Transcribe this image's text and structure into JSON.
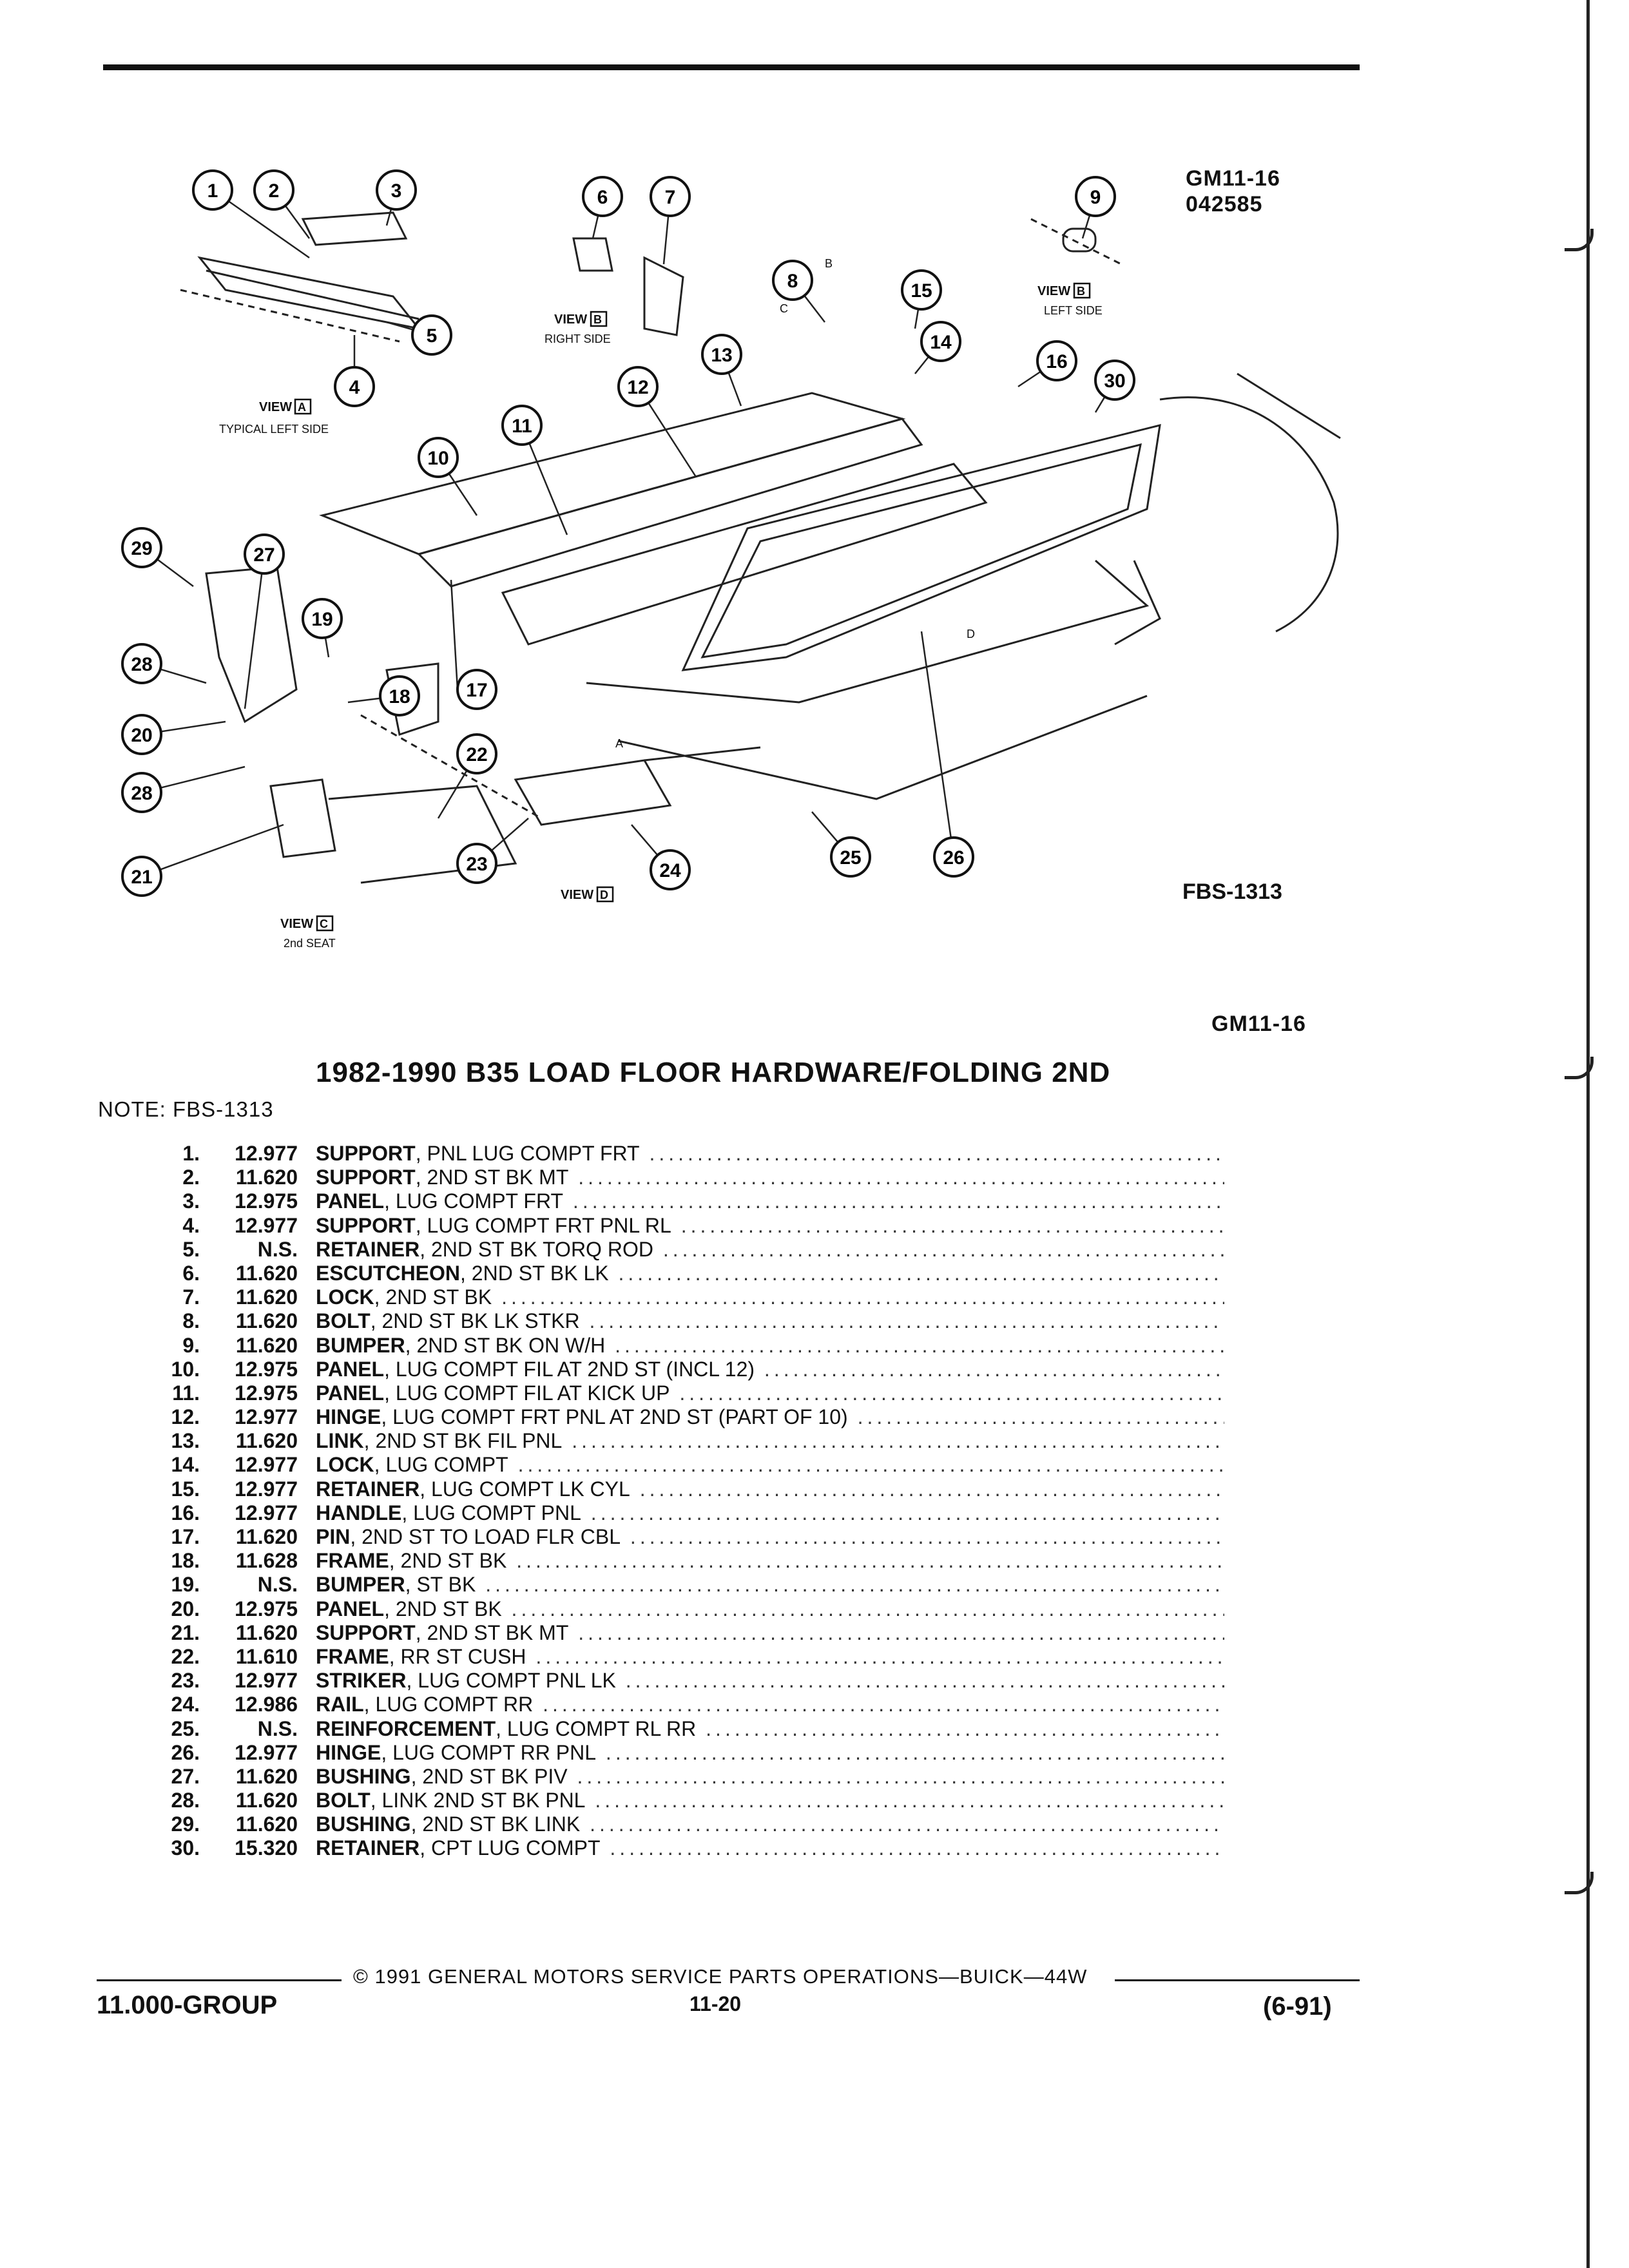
{
  "header": {
    "ref": "GM11-16",
    "code": "042585"
  },
  "diagram": {
    "fbs_label": "FBS-1313",
    "callouts": [
      "1",
      "2",
      "3",
      "4",
      "5",
      "6",
      "7",
      "8",
      "9",
      "10",
      "11",
      "12",
      "13",
      "14",
      "15",
      "16",
      "17",
      "18",
      "19",
      "20",
      "21",
      "22",
      "23",
      "24",
      "25",
      "26",
      "27",
      "28",
      "28",
      "29",
      "30"
    ],
    "view_a_label": "VIEW",
    "view_a_box": "A",
    "view_a_caption": "TYPICAL LEFT SIDE",
    "view_b_right_label": "VIEW",
    "view_b_right_box": "B",
    "view_b_right_caption": "RIGHT SIDE",
    "view_b_left_label": "VIEW",
    "view_b_left_box": "B",
    "view_b_left_caption": "LEFT SIDE",
    "view_c_label": "VIEW",
    "view_c_box": "C",
    "view_c_caption": "2nd SEAT",
    "view_d_label": "VIEW",
    "view_d_box": "D",
    "letter_a": "A",
    "letter_b": "B",
    "letter_c": "C",
    "letter_d": "D"
  },
  "section": {
    "ref": "GM11-16",
    "title": "1982-1990 B35 LOAD FLOOR HARDWARE/FOLDING 2ND",
    "note": "NOTE: FBS-1313"
  },
  "parts": [
    {
      "num": "1.",
      "code": "12.977",
      "name": "SUPPORT",
      "desc": ", PNL LUG COMPT FRT"
    },
    {
      "num": "2.",
      "code": "11.620",
      "name": "SUPPORT",
      "desc": ", 2ND ST BK MT"
    },
    {
      "num": "3.",
      "code": "12.975",
      "name": "PANEL",
      "desc": ", LUG COMPT FRT"
    },
    {
      "num": "4.",
      "code": "12.977",
      "name": "SUPPORT",
      "desc": ", LUG COMPT FRT PNL RL"
    },
    {
      "num": "5.",
      "code": "N.S.",
      "name": "RETAINER",
      "desc": ", 2ND ST BK TORQ ROD"
    },
    {
      "num": "6.",
      "code": "11.620",
      "name": "ESCUTCHEON",
      "desc": ", 2ND ST BK LK"
    },
    {
      "num": "7.",
      "code": "11.620",
      "name": "LOCK",
      "desc": ", 2ND ST BK"
    },
    {
      "num": "8.",
      "code": "11.620",
      "name": "BOLT",
      "desc": ", 2ND ST BK LK STKR"
    },
    {
      "num": "9.",
      "code": "11.620",
      "name": "BUMPER",
      "desc": ", 2ND ST BK ON W/H"
    },
    {
      "num": "10.",
      "code": "12.975",
      "name": "PANEL",
      "desc": ", LUG COMPT FIL AT 2ND ST (INCL 12)"
    },
    {
      "num": "11.",
      "code": "12.975",
      "name": "PANEL",
      "desc": ", LUG COMPT FIL AT KICK UP"
    },
    {
      "num": "12.",
      "code": "12.977",
      "name": "HINGE",
      "desc": ", LUG COMPT FRT PNL AT 2ND ST (PART OF 10)"
    },
    {
      "num": "13.",
      "code": "11.620",
      "name": "LINK",
      "desc": ", 2ND ST BK FIL PNL"
    },
    {
      "num": "14.",
      "code": "12.977",
      "name": "LOCK",
      "desc": ", LUG COMPT"
    },
    {
      "num": "15.",
      "code": "12.977",
      "name": "RETAINER",
      "desc": ", LUG COMPT LK CYL"
    },
    {
      "num": "16.",
      "code": "12.977",
      "name": "HANDLE",
      "desc": ", LUG COMPT PNL"
    },
    {
      "num": "17.",
      "code": "11.620",
      "name": "PIN",
      "desc": ", 2ND ST TO LOAD FLR CBL"
    },
    {
      "num": "18.",
      "code": "11.628",
      "name": "FRAME",
      "desc": ", 2ND ST BK"
    },
    {
      "num": "19.",
      "code": "N.S.",
      "name": "BUMPER",
      "desc": ", ST BK"
    },
    {
      "num": "20.",
      "code": "12.975",
      "name": "PANEL",
      "desc": ", 2ND ST BK"
    },
    {
      "num": "21.",
      "code": "11.620",
      "name": "SUPPORT",
      "desc": ", 2ND ST BK MT"
    },
    {
      "num": "22.",
      "code": "11.610",
      "name": "FRAME",
      "desc": ", RR ST CUSH"
    },
    {
      "num": "23.",
      "code": "12.977",
      "name": "STRIKER",
      "desc": ", LUG COMPT PNL LK"
    },
    {
      "num": "24.",
      "code": "12.986",
      "name": "RAIL",
      "desc": ", LUG COMPT RR"
    },
    {
      "num": "25.",
      "code": "N.S.",
      "name": "REINFORCEMENT",
      "desc": ", LUG COMPT RL RR"
    },
    {
      "num": "26.",
      "code": "12.977",
      "name": "HINGE",
      "desc": ", LUG COMPT RR PNL"
    },
    {
      "num": "27.",
      "code": "11.620",
      "name": "BUSHING",
      "desc": ", 2ND ST BK PIV"
    },
    {
      "num": "28.",
      "code": "11.620",
      "name": "BOLT",
      "desc": ", LINK 2ND ST BK PNL"
    },
    {
      "num": "29.",
      "code": "11.620",
      "name": "BUSHING",
      "desc": ", 2ND ST BK LINK"
    },
    {
      "num": "30.",
      "code": "15.320",
      "name": "RETAINER",
      "desc": ", CPT LUG COMPT"
    }
  ],
  "footer": {
    "copyright": "© 1991 GENERAL MOTORS SERVICE PARTS OPERATIONS—BUICK—44W",
    "group": "11.000-GROUP",
    "page": "11-20",
    "date": "(6-91)"
  }
}
